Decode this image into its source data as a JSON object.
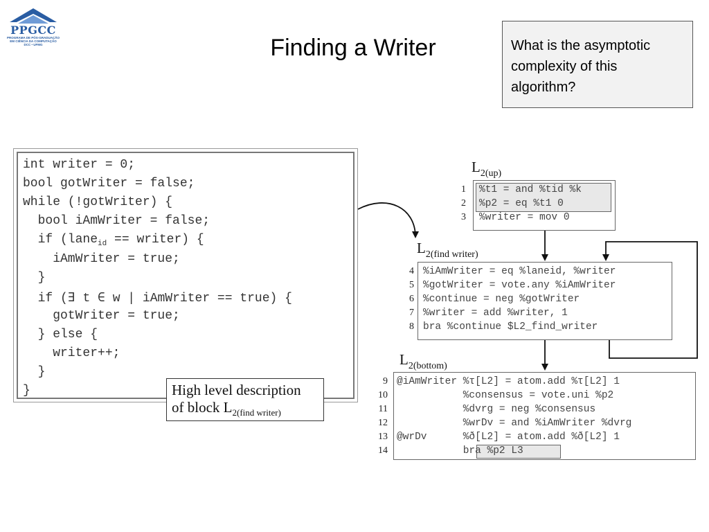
{
  "logo": {
    "name": "PPGCC",
    "subtitle_lines": [
      "PROGRAMA DE PÓS-GRADUAÇÃO",
      "EM CIÊNCIA DA COMPUTAÇÃO",
      "DCC • UFMG"
    ]
  },
  "title": "Finding a Writer",
  "question": "What is the asymptotic complexity of this algorithm?",
  "high_level_code": [
    "int writer = 0;",
    "bool gotWriter = false;",
    "while (!gotWriter) {",
    "  bool iAmWriter = false;",
    "  if (lane",
    "    iAmWriter = true;",
    "  }",
    "  if (∃ t ∈ w | iAmWriter == true) {",
    "    gotWriter = true;",
    "  } else {",
    "    writer++;",
    "  }",
    "}"
  ],
  "lane_subscript": "id",
  "lane_line_rest": " == writer) {",
  "hl_label": {
    "line1": "High level description",
    "line2_prefix": "of block L",
    "line2_sub": "2(find writer)"
  },
  "blocks": {
    "up": {
      "label_main": "L",
      "label_sub": "2(up)",
      "line_numbers": [
        "1",
        "2",
        "3"
      ],
      "lines": [
        "%t1 = and %tid %k",
        "%p2 = eq %t1 0",
        "%writer = mov 0"
      ]
    },
    "find": {
      "label_main": "L",
      "label_sub": "2(find writer)",
      "line_numbers": [
        "4",
        "5",
        "6",
        "7",
        "8"
      ],
      "lines": [
        "%iAmWriter = eq %laneid, %writer",
        "%gotWriter = vote.any %iAmWriter",
        "%continue = neg %gotWriter",
        "%writer = add %writer, 1",
        "bra %continue $L2_find_writer"
      ]
    },
    "bottom": {
      "label_main": "L",
      "label_sub": "2(bottom)",
      "line_numbers": [
        "9",
        "10",
        "11",
        "12",
        "13",
        "14"
      ],
      "lines": [
        "@iAmWriter %τ[L2] = atom.add %τ[L2] 1",
        "           %consensus = vote.uni %p2",
        "           %dvrg = neg %consensus",
        "           %wrDv = and %iAmWriter %dvrg",
        "@wrDv      %ð[L2] = atom.add %ð[L2] 1",
        "           bra %p2 L3"
      ]
    }
  }
}
